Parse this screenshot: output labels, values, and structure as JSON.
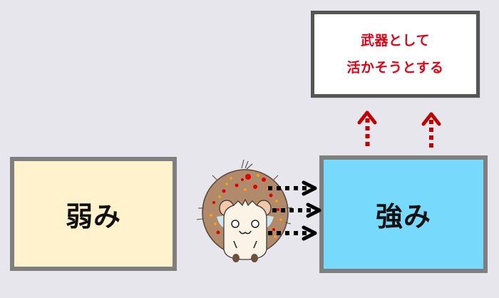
{
  "goal_box": {
    "line1": "武器として",
    "line2": "活かそうとする",
    "text_color": "#e60012",
    "border_color": "#555555"
  },
  "weakness_box": {
    "label": "弱み",
    "fill": "#fff2cc",
    "border_color": "#7f7f7f"
  },
  "strength_box": {
    "label": "強み",
    "fill": "#77d9fb",
    "border_color": "#7f7f7f"
  },
  "connectors": {
    "up_arrows": {
      "count": 2,
      "color": "#c00000",
      "style": "dotted"
    },
    "right_arrows": {
      "count": 3,
      "color": "#000000",
      "style": "dotted"
    }
  },
  "illustration": {
    "subject": "hedgehog-icon",
    "body_color": "#b08a6a",
    "face_color": "#fbf4e6"
  },
  "background_color": "#e6e6ec"
}
